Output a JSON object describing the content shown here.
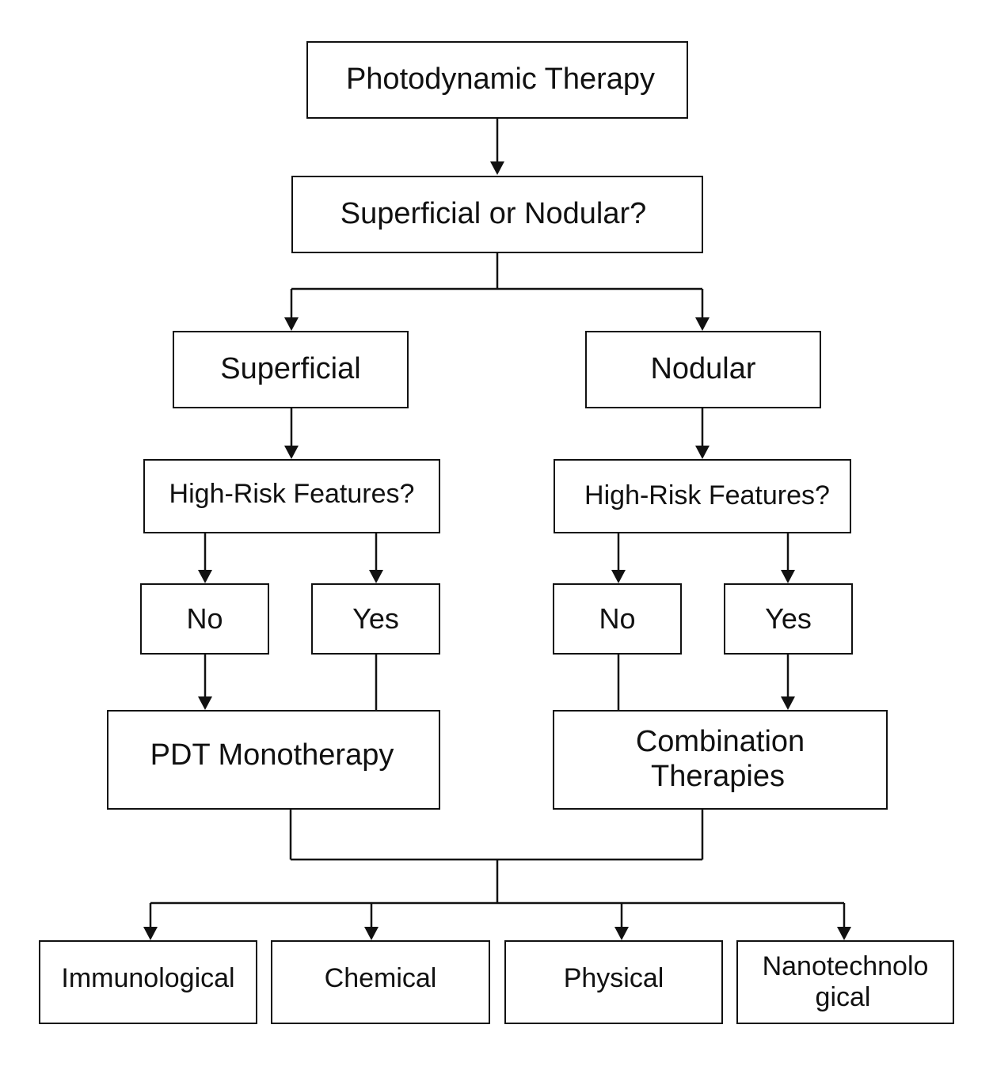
{
  "diagram": {
    "type": "flowchart",
    "stroke_color": "#111111",
    "background": "#ffffff",
    "nodes": {
      "root": "Photodynamic Therapy",
      "question_type": "Superficial or Nodular?",
      "superficial": "Superficial",
      "nodular": "Nodular",
      "superficial_risk": "High-Risk Features?",
      "nodular_risk": "High-Risk Features?",
      "superficial_no": "No",
      "superficial_yes": "Yes",
      "nodular_no": "No",
      "nodular_yes": "Yes",
      "pdt_monotherapy": "PDT Monotherapy",
      "combination_line1": "Combination",
      "combination_line2": "Therapies",
      "immunological": "Immunological",
      "chemical": "Chemical",
      "physical": "Physical",
      "nanotech_line1": "Nanotechnolo",
      "nanotech_line2": "gical"
    },
    "edges": [
      {
        "from": "root",
        "to": "question_type",
        "arrow": true
      },
      {
        "from": "question_type",
        "to": "superficial",
        "arrow": true
      },
      {
        "from": "question_type",
        "to": "nodular",
        "arrow": true
      },
      {
        "from": "superficial",
        "to": "superficial_risk",
        "arrow": true
      },
      {
        "from": "nodular",
        "to": "nodular_risk",
        "arrow": true
      },
      {
        "from": "superficial_risk",
        "to": "superficial_no",
        "arrow": true
      },
      {
        "from": "superficial_risk",
        "to": "superficial_yes",
        "arrow": true
      },
      {
        "from": "nodular_risk",
        "to": "nodular_no",
        "arrow": true
      },
      {
        "from": "nodular_risk",
        "to": "nodular_yes",
        "arrow": true
      },
      {
        "from": "superficial_no",
        "to": "pdt_monotherapy",
        "arrow": true
      },
      {
        "from": "superficial_yes",
        "to": "pdt_monotherapy",
        "arrow": false
      },
      {
        "from": "nodular_no",
        "to": "combination_therapies",
        "arrow": false
      },
      {
        "from": "nodular_yes",
        "to": "combination_therapies",
        "arrow": true
      },
      {
        "from": "pdt_monotherapy",
        "to": "merge",
        "arrow": false
      },
      {
        "from": "combination_therapies",
        "to": "merge",
        "arrow": false
      },
      {
        "from": "merge",
        "to": "immunological",
        "arrow": true
      },
      {
        "from": "merge",
        "to": "chemical",
        "arrow": true
      },
      {
        "from": "merge",
        "to": "physical",
        "arrow": true
      },
      {
        "from": "merge",
        "to": "nanotechnological",
        "arrow": true
      }
    ]
  }
}
